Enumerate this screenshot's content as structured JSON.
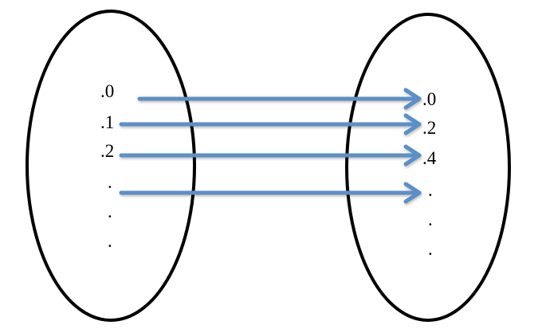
{
  "domain_set": {
    "labels": [
      ".0",
      ".1",
      ".2",
      ".",
      ".",
      "."
    ]
  },
  "codomain_set": {
    "labels": [
      ".0",
      ".2",
      ".4",
      ".",
      ".",
      "."
    ]
  },
  "arrow_color": "#5b8fc7",
  "mappings": [
    {
      "from": ".0",
      "to": ".0"
    },
    {
      "from": ".1",
      "to": ".2"
    },
    {
      "from": ".2",
      "to": ".4"
    },
    {
      "from": ".",
      "to": "."
    }
  ]
}
